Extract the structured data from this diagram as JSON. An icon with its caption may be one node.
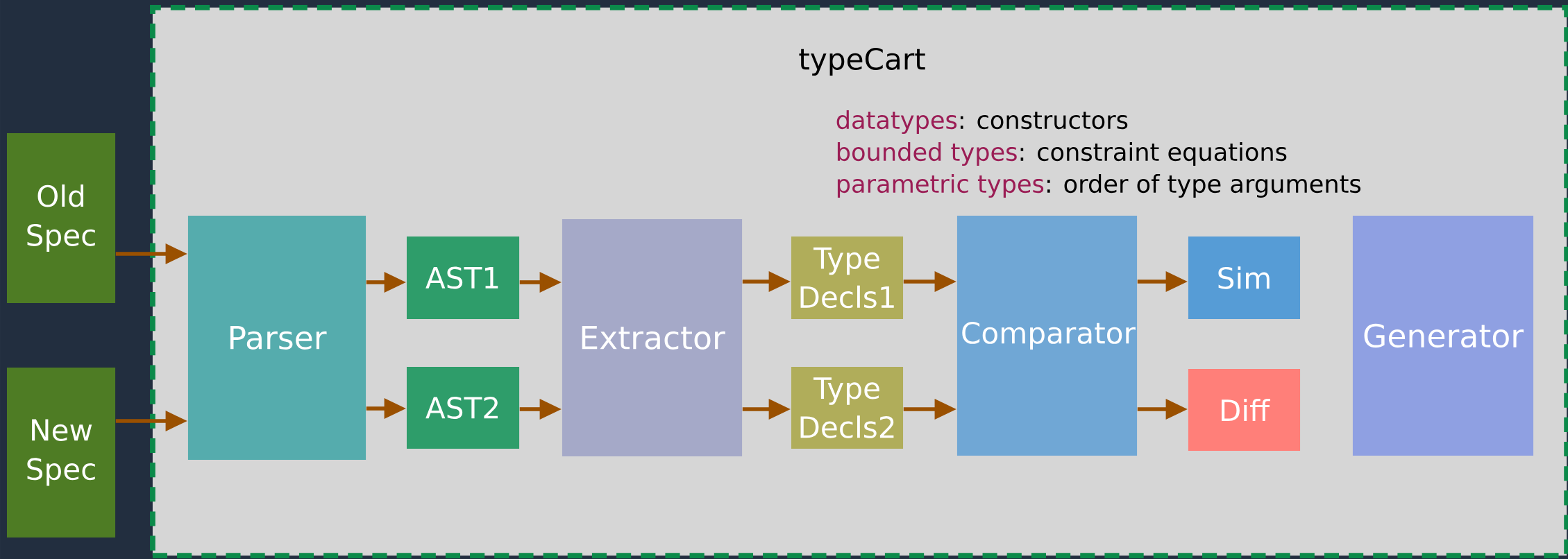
{
  "diagram": {
    "nodes": [
      {
        "text": [
          "typeCart"
        ]
      },
      {
        "text": [
          "Old Spec"
        ]
      },
      {
        "text": [
          "New Spec"
        ]
      },
      {
        "text": [
          "Parser"
        ],
        "in": 0
      },
      {
        "text": [
          "AST1"
        ],
        "in": 0
      },
      {
        "text": [
          "AST2"
        ],
        "in": 0
      },
      {
        "text": [
          "Extractor"
        ],
        "in": 0
      },
      {
        "text": [
          "Type Decls1"
        ],
        "in": 0
      },
      {
        "text": [
          "Type Decls2"
        ],
        "in": 0
      },
      {
        "text": [
          "Comparator"
        ],
        "in": 0
      },
      {
        "text": [
          "Sim"
        ],
        "in": 0
      },
      {
        "text": [
          "Diff"
        ],
        "in": 0
      },
      {
        "text": [
          "Generator"
        ],
        "in": 0
      }
    ],
    "edges": [
      {
        "from": 1,
        "to": 3,
        "arrow": "to"
      },
      {
        "from": 2,
        "to": 3,
        "arrow": "to"
      },
      {
        "from": 3,
        "to": 4,
        "arrow": "to"
      },
      {
        "from": 3,
        "to": 5,
        "arrow": "to"
      },
      {
        "from": 4,
        "to": 6,
        "arrow": "to"
      },
      {
        "from": 5,
        "to": 6,
        "arrow": "to"
      },
      {
        "from": 6,
        "to": 7,
        "arrow": "to"
      },
      {
        "from": 6,
        "to": 8,
        "arrow": "to"
      },
      {
        "from": 7,
        "to": 9,
        "arrow": "to"
      },
      {
        "from": 8,
        "to": 9,
        "arrow": "to"
      },
      {
        "from": 9,
        "to": 10,
        "arrow": "to"
      },
      {
        "from": 9,
        "to": 11,
        "arrow": "to"
      }
    ],
    "labels": [
      "datatypes",
      ": constructors",
      "bounded types",
      ": constraint equations",
      "parametric types",
      ": order of type arguments"
    ]
  }
}
